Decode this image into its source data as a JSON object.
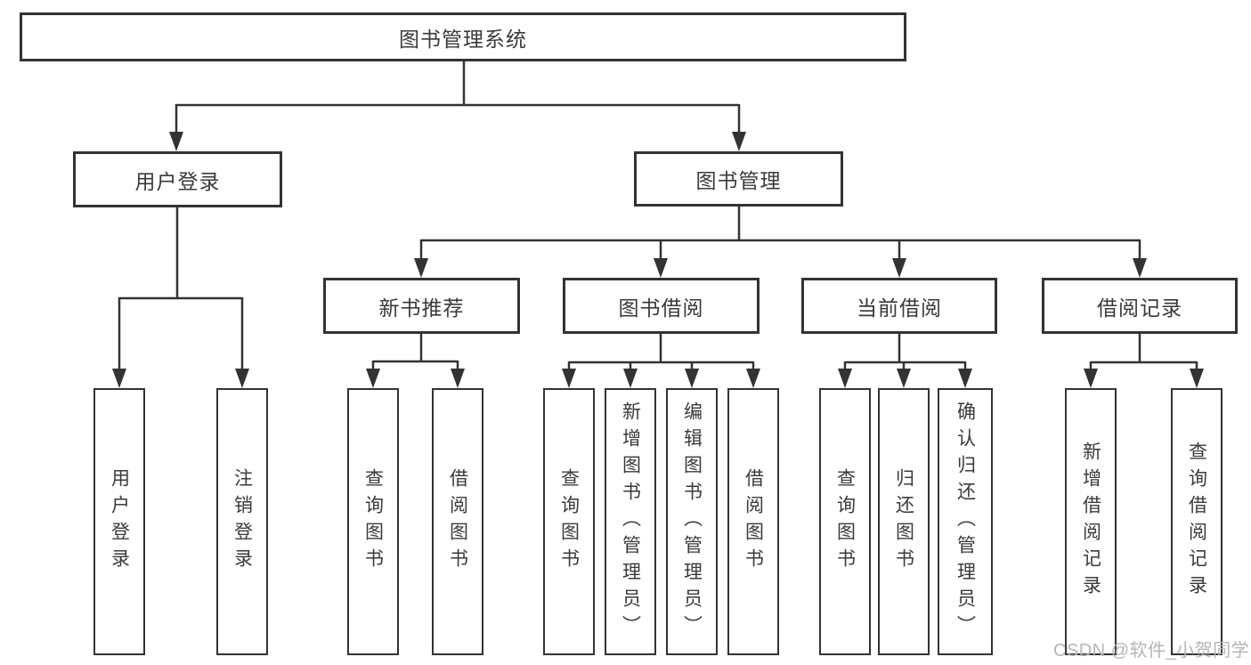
{
  "tree": {
    "root_label": "图书管理系统",
    "children": [
      {
        "label": "用户登录",
        "children": [
          {
            "label": "用户登录"
          },
          {
            "label": "注销登录"
          }
        ]
      },
      {
        "label": "图书管理",
        "children": [
          {
            "label": "新书推荐",
            "children": [
              {
                "label": "查询图书"
              },
              {
                "label": "借阅图书"
              }
            ]
          },
          {
            "label": "图书借阅",
            "children": [
              {
                "label": "查询图书"
              },
              {
                "label": "新增图书（管理员）"
              },
              {
                "label": "编辑图书（管理员）"
              },
              {
                "label": "借阅图书"
              }
            ]
          },
          {
            "label": "当前借阅",
            "children": [
              {
                "label": "查询图书"
              },
              {
                "label": "归还图书"
              },
              {
                "label": "确认归还（管理员）"
              }
            ]
          },
          {
            "label": "借阅记录",
            "children": [
              {
                "label": "新增借阅记录"
              },
              {
                "label": "查询借阅记录"
              }
            ]
          }
        ]
      }
    ]
  },
  "watermark": {
    "text": "CSDN @软件_小贺同学"
  },
  "colors": {
    "line": "#333333",
    "text": "#3a3a3a",
    "watermark": "#b5b5b5",
    "background": "#ffffff"
  }
}
